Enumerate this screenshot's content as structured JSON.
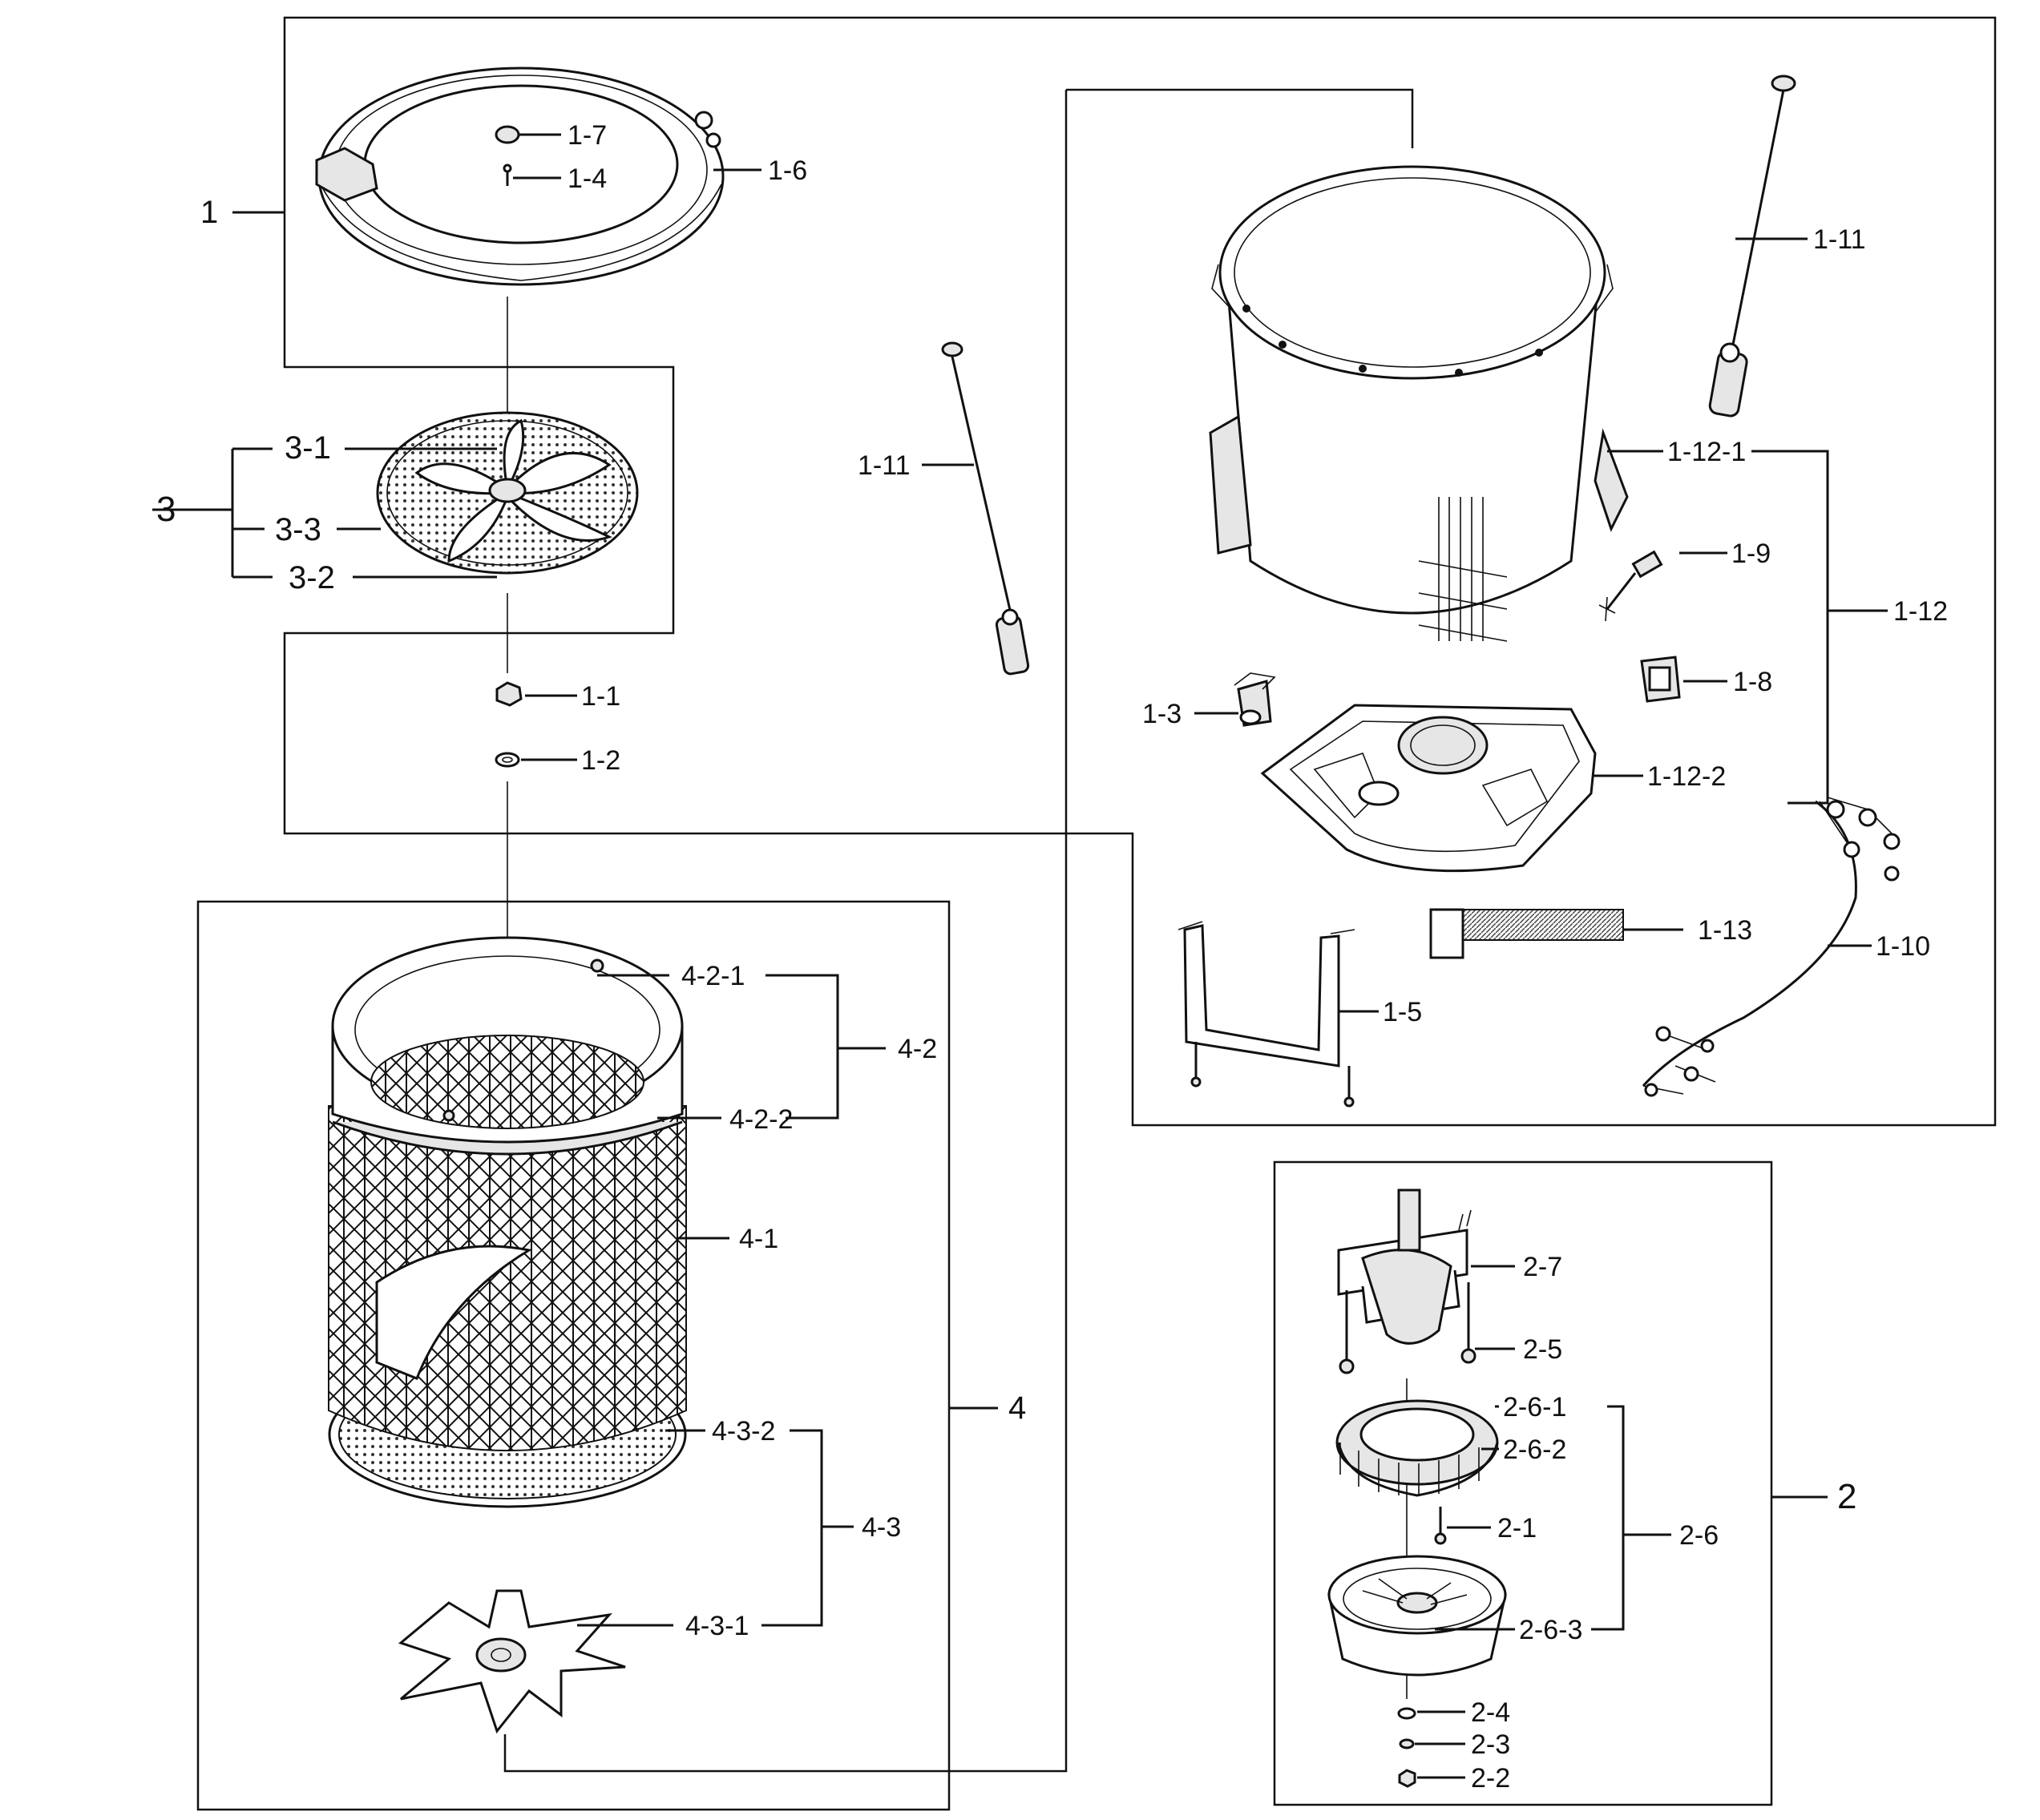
{
  "labels": {
    "l_1": "1",
    "l_1_1": "1-1",
    "l_1_2": "1-2",
    "l_1_3": "1-3",
    "l_1_4": "1-4",
    "l_1_5": "1-5",
    "l_1_6": "1-6",
    "l_1_7": "1-7",
    "l_1_8": "1-8",
    "l_1_9": "1-9",
    "l_1_10": "1-10",
    "l_1_11_left": "1-11",
    "l_1_11_right": "1-11",
    "l_1_12": "1-12",
    "l_1_12_1": "1-12-1",
    "l_1_12_2": "1-12-2",
    "l_1_13": "1-13",
    "l_2": "2",
    "l_2_1": "2-1",
    "l_2_2": "2-2",
    "l_2_3": "2-3",
    "l_2_4": "2-4",
    "l_2_5": "2-5",
    "l_2_6": "2-6",
    "l_2_6_1": "2-6-1",
    "l_2_6_2": "2-6-2",
    "l_2_6_3": "2-6-3",
    "l_2_7": "2-7",
    "l_3": "3",
    "l_3_1": "3-1",
    "l_3_2": "3-2",
    "l_3_3": "3-3",
    "l_4": "4",
    "l_4_1": "4-1",
    "l_4_2": "4-2",
    "l_4_2_1": "4-2-1",
    "l_4_2_2": "4-2-2",
    "l_4_3": "4-3",
    "l_4_3_1": "4-3-1",
    "l_4_3_2": "4-3-2"
  },
  "parts": [
    {
      "id": "tub-cover",
      "callout": "1-6"
    },
    {
      "id": "cap",
      "callout": "1-7"
    },
    {
      "id": "screw",
      "callout": "1-4"
    },
    {
      "id": "pulsator",
      "callout": "3"
    },
    {
      "id": "nut",
      "callout": "1-1"
    },
    {
      "id": "washer",
      "callout": "1-2"
    },
    {
      "id": "suspension-rod",
      "callout": "1-11"
    },
    {
      "id": "outer-tub",
      "callout": "1-12-1"
    },
    {
      "id": "tub-base",
      "callout": "1-12-2"
    },
    {
      "id": "sensor",
      "callout": "1-9"
    },
    {
      "id": "clip",
      "callout": "1-8"
    },
    {
      "id": "heater-bracket",
      "callout": "1-3"
    },
    {
      "id": "support-bracket",
      "callout": "1-5"
    },
    {
      "id": "label-strip",
      "callout": "1-13"
    },
    {
      "id": "wire-harness",
      "callout": "1-10"
    },
    {
      "id": "spin-basket",
      "callout": "4"
    },
    {
      "id": "flange",
      "callout": "4-3-1"
    },
    {
      "id": "clutch-housing",
      "callout": "2-7"
    },
    {
      "id": "stator",
      "callout": "2-6-1"
    },
    {
      "id": "rotor",
      "callout": "2-6-3"
    }
  ]
}
